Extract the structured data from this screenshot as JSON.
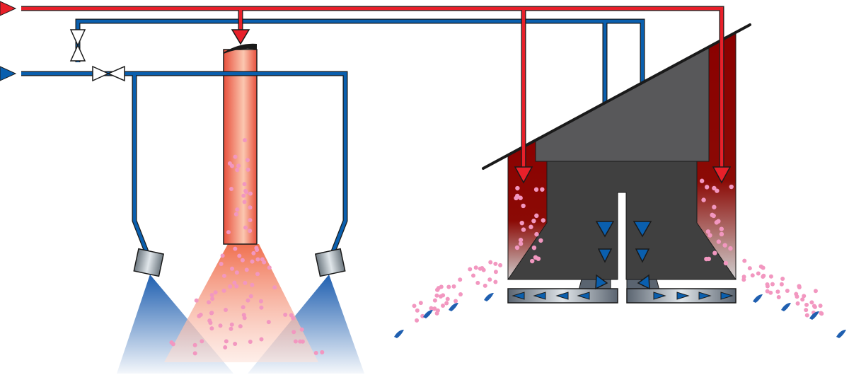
{
  "colors": {
    "hot_line": "#e8202a",
    "cold_line": "#0a5fae",
    "outline": "#1a1a1a",
    "dark_body": "#404040",
    "upper_body": "#58585a",
    "wall_red": "#8b0000",
    "particle": "#f297c0",
    "spray_blue": "#1f5fb0",
    "plume_orange": "#f28060"
  },
  "icons": [
    "inlet-arrow-hot",
    "inlet-arrow-cold",
    "valve-vertical",
    "valve-horizontal",
    "spray-nozzle-left",
    "spray-nozzle-right"
  ]
}
